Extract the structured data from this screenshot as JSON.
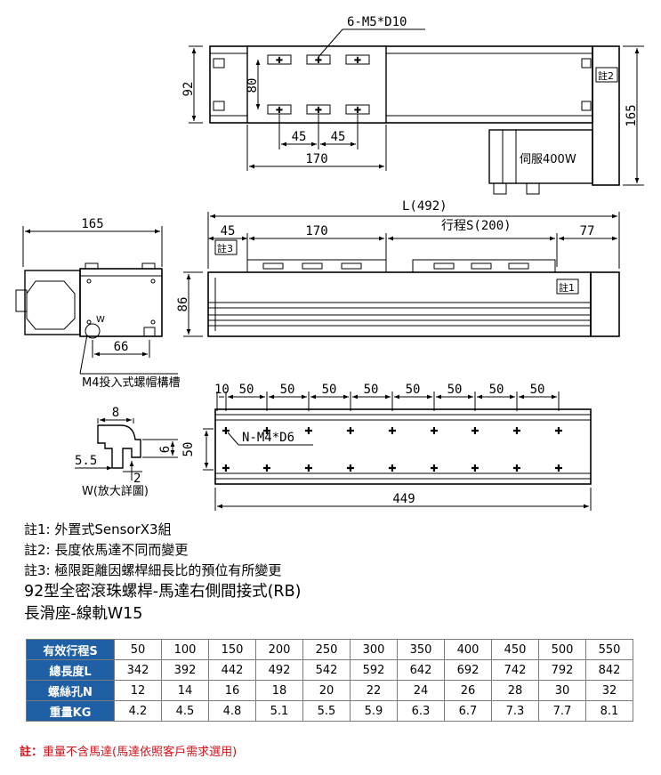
{
  "drawing": {
    "top_view": {
      "hole_callout": "6-M5*D10",
      "dim_height_outer": "92",
      "dim_height_inner": "80",
      "dim_pitch_1": "45",
      "dim_pitch_2": "45",
      "dim_width": "170",
      "note_tag": "註2",
      "dim_motor_height": "165",
      "motor_label": "伺服400W"
    },
    "side_view": {
      "dim_total": "L(492)",
      "dim_stroke": "行程S(200)",
      "dim_left": "45",
      "dim_carriage": "170",
      "dim_right": "77",
      "note_tag_3": "註3",
      "note_tag_1": "註1",
      "dim_height": "86"
    },
    "end_view": {
      "dim_width": "165",
      "slot_letter": "W",
      "dim_slot": "66",
      "slot_callout": "M4投入式螺帽構槽"
    },
    "detail": {
      "dim_8": "8",
      "dim_6": "6",
      "dim_5_5": "5.5",
      "dim_2": "2",
      "label": "W(放大詳圖)"
    },
    "bottom_view": {
      "pitch_first": "10",
      "pitches": [
        "50",
        "50",
        "50",
        "50",
        "50",
        "50",
        "50",
        "50"
      ],
      "dim_width": "50",
      "hole_callout": "N-M4*D6",
      "dim_length": "449"
    }
  },
  "notes": [
    "註1: 外置式SensorX3組",
    "註2: 長度依馬達不同而變更",
    "註3: 極限距離因螺桿細長比的預位有所變更"
  ],
  "heading_line_1": "92型全密滾珠螺桿-馬達右側間接式(RB)",
  "heading_line_2": "長滑座-線軌W15",
  "table": {
    "rows": [
      {
        "label": "有效行程S",
        "values": [
          "50",
          "100",
          "150",
          "200",
          "250",
          "300",
          "350",
          "400",
          "450",
          "500",
          "550"
        ]
      },
      {
        "label": "總長度L",
        "values": [
          "342",
          "392",
          "442",
          "492",
          "542",
          "592",
          "642",
          "692",
          "742",
          "792",
          "842"
        ]
      },
      {
        "label": "螺絲孔N",
        "values": [
          "12",
          "14",
          "16",
          "18",
          "20",
          "22",
          "24",
          "26",
          "28",
          "30",
          "32"
        ]
      },
      {
        "label": "重量KG",
        "values": [
          "4.2",
          "4.5",
          "4.8",
          "5.1",
          "5.5",
          "5.9",
          "6.3",
          "6.7",
          "7.3",
          "7.7",
          "8.1"
        ]
      }
    ]
  },
  "footnote_label": "註：",
  "footnote_text": "重量不含馬達(馬達依照客戶需求選用)",
  "colors": {
    "table_header": "#1f5fa6",
    "footnote": "#d0121b"
  }
}
